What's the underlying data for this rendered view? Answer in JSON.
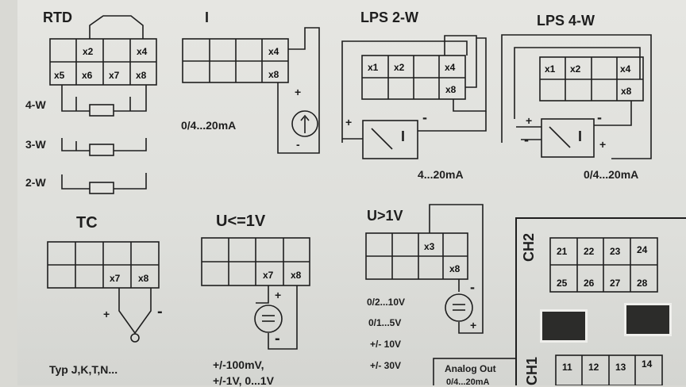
{
  "rtd": {
    "title": "RTD",
    "cells": [
      "x2",
      "x4",
      "x5",
      "x6",
      "x7",
      "x8"
    ],
    "wiring": [
      "4-W",
      "3-W",
      "2-W"
    ]
  },
  "current": {
    "title": "I",
    "cells": [
      "x4",
      "x8"
    ],
    "plus": "+",
    "minus": "-",
    "range": "0/4...20mA"
  },
  "lps2": {
    "title": "LPS 2-W",
    "cells": [
      "x1",
      "x2",
      "x4",
      "x8"
    ],
    "plus": "+",
    "minus": "-",
    "symbol": "I",
    "range": "4...20mA"
  },
  "lps4": {
    "title": "LPS 4-W",
    "cells": [
      "x1",
      "x2",
      "x4",
      "x8"
    ],
    "plus1": "+",
    "minus1": "-",
    "plus2": "+",
    "minus2": "-",
    "symbol": "I",
    "range": "0/4...20mA"
  },
  "tc": {
    "title": "TC",
    "cells": [
      "x7",
      "x8"
    ],
    "plus": "+",
    "minus": "-",
    "types": "Typ J,K,T,N..."
  },
  "ulow": {
    "title": "U<=1V",
    "cells": [
      "x7",
      "x8"
    ],
    "plus": "+",
    "minus": "-",
    "range1": "+/-100mV,",
    "range2": "+/-1V, 0...1V"
  },
  "uhigh": {
    "title": "U>1V",
    "cells": [
      "x3",
      "x8"
    ],
    "minus": "-",
    "plus": "+",
    "ranges": [
      "0/2...10V",
      "0/1...5V",
      "+/- 10V",
      "+/- 30V"
    ]
  },
  "analog": {
    "label": "Analog Out",
    "range": "0/4...20mA"
  },
  "ch2": {
    "label": "CH2",
    "terminals_top": [
      "21",
      "22",
      "23",
      "24"
    ],
    "terminals_bottom": [
      "25",
      "26",
      "27",
      "28"
    ]
  },
  "ch1": {
    "label": "CH1",
    "terminals_top": [
      "11",
      "12",
      "13",
      "14"
    ]
  }
}
